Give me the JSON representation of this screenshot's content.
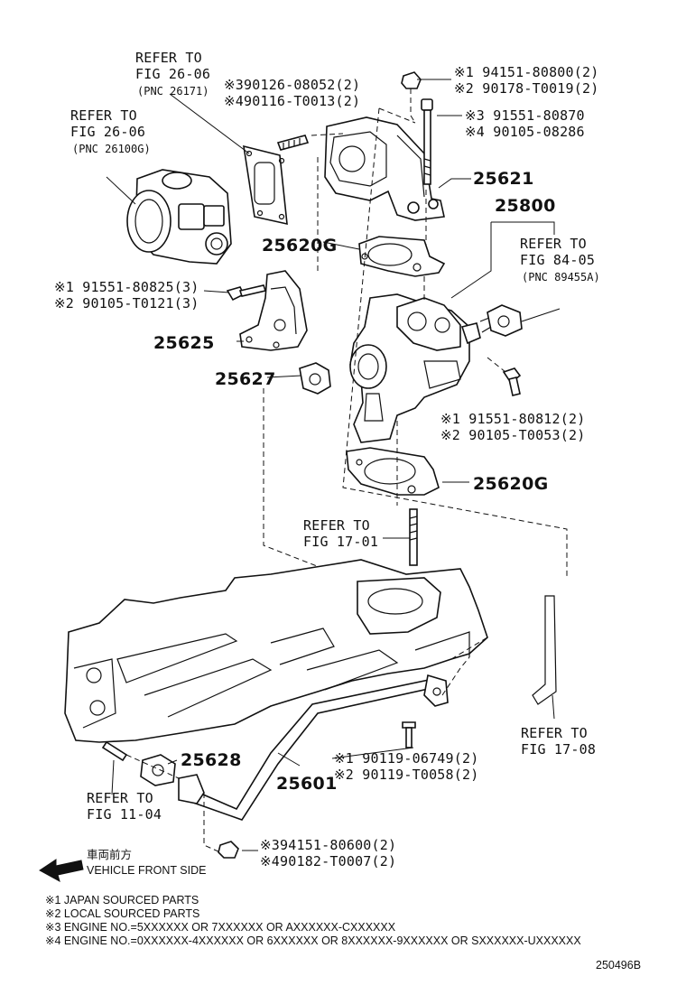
{
  "refs": {
    "throttle_body": [
      "REFER TO",
      "FIG 26-06",
      "(PNC 26100G)"
    ],
    "gasket_26": [
      "REFER TO",
      "FIG 26-06",
      "(PNC 26171)"
    ],
    "sensor": [
      "REFER TO",
      "FIG 84-05",
      "(PNC 89455A)"
    ],
    "fig_17_01": [
      "REFER TO",
      "FIG 17-01"
    ],
    "fig_17_08": [
      "REFER TO",
      "FIG 17-08"
    ],
    "fig_11_04": [
      "REFER TO",
      "FIG 11-04"
    ]
  },
  "parts": {
    "p25621": "25621",
    "p25800": "25800",
    "p25620g_top": "25620G",
    "p25620g_bottom": "25620G",
    "p25625": "25625",
    "p25627": "25627",
    "p25628": "25628",
    "p25601": "25601"
  },
  "fasteners": {
    "nut_top_1": "※1 94151-80800(2)",
    "nut_top_2": "※2 90178-T0019(2)",
    "stud_top_3": "※390126-08052(2)",
    "stud_top_4": "※490116-T0013(2)",
    "bolt_top_3": "※3 91551-80870",
    "bolt_top_4": "※4 90105-08286",
    "bolt_left_1": "※1 91551-80825(3)",
    "bolt_left_2": "※2 90105-T0121(3)",
    "bolt_right_1": "※1 91551-80812(2)",
    "bolt_right_2": "※2 90105-T0053(2)",
    "bolt_pipe_1": "※1 90119-06749(2)",
    "bolt_pipe_2": "※2 90119-T0058(2)",
    "nut_bottom_3": "※394151-80600(2)",
    "nut_bottom_4": "※490182-T0007(2)"
  },
  "direction": {
    "jp": "車両前方",
    "en": "VEHICLE FRONT SIDE"
  },
  "notes": [
    "※1 JAPAN SOURCED PARTS",
    "※2 LOCAL SOURCED PARTS",
    "※3 ENGINE NO.=5XXXXXX OR 7XXXXXX OR AXXXXXX-CXXXXXX",
    "※4 ENGINE NO.=0XXXXXX-4XXXXXX OR 6XXXXXX OR 8XXXXXX-9XXXXXX OR SXXXXXX-UXXXXXX"
  ],
  "diagram_id": "250496B"
}
